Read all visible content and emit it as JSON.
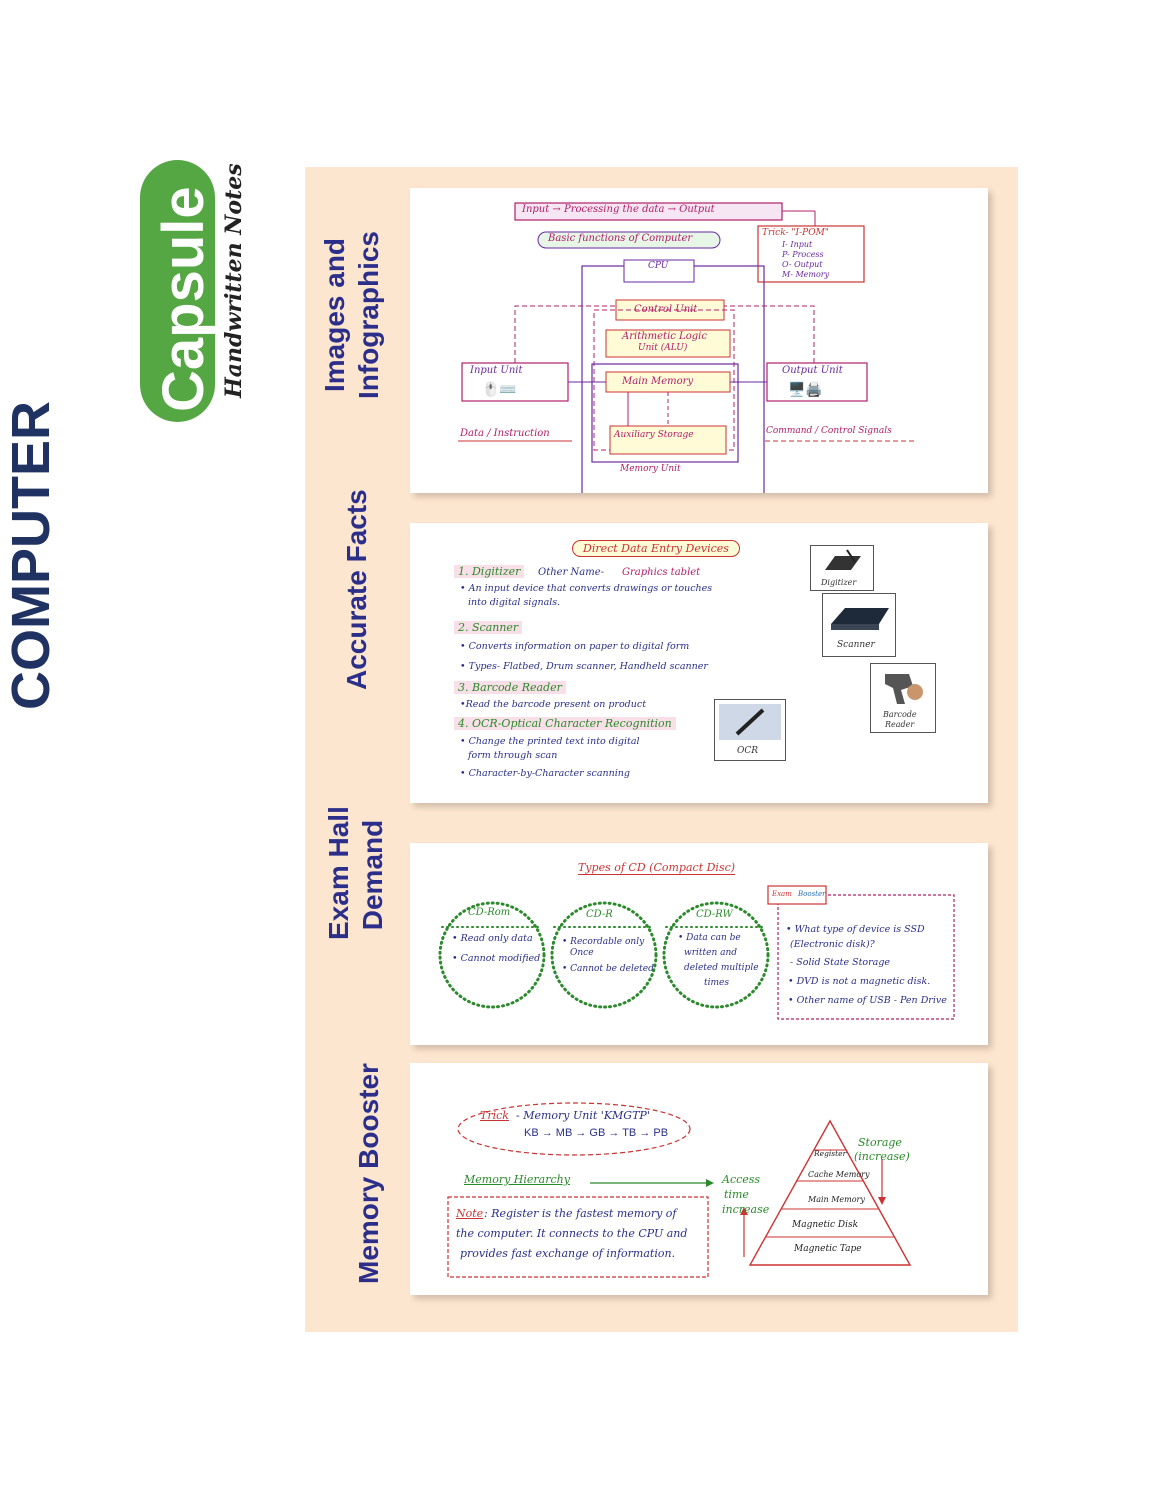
{
  "brand": {
    "computer": "COMPUTER",
    "capsule": "Capsule",
    "subtitle": "Handwritten Notes"
  },
  "sections": [
    {
      "title_line1": "Images and",
      "title_line2": "Infographics"
    },
    {
      "title_line1": "Accurate Facts",
      "title_line2": ""
    },
    {
      "title_line1": "Exam Hall",
      "title_line2": "Demand"
    },
    {
      "title_line1": "Memory Booster",
      "title_line2": ""
    }
  ],
  "card1": {
    "flow": "Input → Processing the data → Output",
    "basic_functions": "Basic functions of Computer",
    "trick_title": "Trick- \"I-POM\"",
    "trick_items": [
      "I- Input",
      "P- Process",
      "O- Output",
      "M- Memory"
    ],
    "cpu": "CPU",
    "control_unit": "Control Unit",
    "alu_line1": "Arithmetic Logic",
    "alu_line2": "Unit (ALU)",
    "input_unit": "Input Unit",
    "main_memory": "Main Memory",
    "output_unit": "Output Unit",
    "aux_storage": "Auxiliary Storage",
    "memory_unit": "Memory Unit",
    "data_instruction": "Data / Instruction",
    "command_signals": "Command / Control Signals"
  },
  "card2": {
    "title": "Direct Data Entry Devices",
    "items": [
      {
        "heading": "1. Digitizer",
        "extra": "Other Name- ",
        "extra2": "Graphics tablet",
        "lines": [
          "• An input device that converts drawings or touches",
          "into digital signals."
        ]
      },
      {
        "heading": "2. Scanner",
        "extra": "",
        "extra2": "",
        "lines": [
          "• Converts information on paper to digital form",
          "• Types- Flatbed, Drum scanner, Handheld scanner"
        ]
      },
      {
        "heading": "3. Barcode Reader",
        "extra": "",
        "extra2": "",
        "lines": [
          "•Read the barcode present on product"
        ]
      },
      {
        "heading": "4. OCR-Optical Character Recognition",
        "extra": "",
        "extra2": "",
        "lines": [
          "• Change the printed text into digital",
          "form through scan",
          "• Character-by-Character scanning"
        ]
      }
    ],
    "images": {
      "digitizer": "Digitizer",
      "scanner": "Scanner",
      "barcode_line1": "Barcode",
      "barcode_line2": "Reader",
      "ocr": "OCR"
    }
  },
  "card3": {
    "title": "Types of CD (Compact Disc)",
    "discs": [
      {
        "name": "CD-Rom",
        "lines": [
          "• Read only data",
          "• Cannot modified"
        ]
      },
      {
        "name": "CD-R",
        "lines": [
          "• Recordable only",
          "Once",
          "• Cannot be deleted"
        ]
      },
      {
        "name": "CD-RW",
        "lines": [
          "• Data can be",
          "written and",
          "deleted multiple",
          "times"
        ]
      }
    ],
    "booster_tag1": "Exam",
    "booster_tag2": "Booster",
    "booster_lines": [
      "• What type of device is SSD",
      "(Electronic disk)?",
      "- Solid State Storage",
      "• DVD is not a magnetic disk.",
      "• Other name of USB - Pen Drive"
    ]
  },
  "card4": {
    "trick_label": "Trick",
    "trick_text": "- Memory Unit 'KMGTP'",
    "trick_line2": "KB → MB → GB → TB → PB",
    "hierarchy": "Memory Hierarchy",
    "note_label": "Note",
    "note_lines": [
      ": Register is the fastest memory of",
      "the computer. It connects to the CPU and",
      "provides fast exchange of information."
    ],
    "access_line1": "Access",
    "access_line2": "time",
    "access_line3": "increase",
    "storage_line1": "Storage",
    "storage_line2": "(increase)",
    "pyramid": [
      "Register",
      "Cache Memory",
      "Main Memory",
      "Magnetic Disk",
      "Magnetic Tape"
    ]
  }
}
